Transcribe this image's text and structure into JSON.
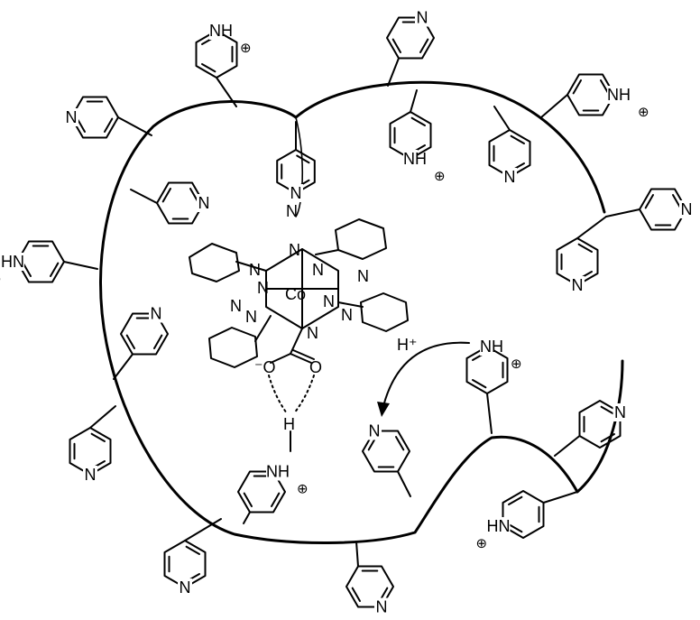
{
  "labels": {
    "nitrogen": "N",
    "pyridinium": "NH",
    "pyridinium_rev": "HN",
    "hydrogen": "H",
    "proton": "H⁺",
    "charge_plus": "⊕",
    "cobalt": "Co",
    "oxygen": "O",
    "carboxylate_o_minus": "⁻O"
  },
  "pyridines": [
    {
      "id": "top-center-pyridinium",
      "state": "pyridinium"
    },
    {
      "id": "top-right-pyridine",
      "state": "pyridine"
    },
    {
      "id": "right-upper-pyridinium",
      "state": "pyridinium"
    },
    {
      "id": "inner-top-pyridinium",
      "state": "pyridinium"
    },
    {
      "id": "inner-right-pyridine",
      "state": "pyridine"
    },
    {
      "id": "right-pyridine",
      "state": "pyridine"
    },
    {
      "id": "right-lower-pyridine",
      "state": "pyridine"
    },
    {
      "id": "upper-left-pyridine",
      "state": "pyridine"
    },
    {
      "id": "inner-left-pyridine",
      "state": "pyridine"
    },
    {
      "id": "left-pyridinium",
      "state": "pyridinium"
    },
    {
      "id": "left-middle-pyridine",
      "state": "pyridine"
    },
    {
      "id": "left-lower-pyridine",
      "state": "pyridine"
    },
    {
      "id": "axial-pyridine",
      "state": "coordinated"
    },
    {
      "id": "bottom-pyridinium-hbond",
      "state": "pyridinium"
    },
    {
      "id": "bottom-left-pyridine",
      "state": "pyridine"
    },
    {
      "id": "bottom-center-pyridine",
      "state": "pyridine"
    },
    {
      "id": "proton-acceptor-pyridine",
      "state": "pyridine"
    },
    {
      "id": "proton-donor-pyridinium",
      "state": "pyridinium"
    },
    {
      "id": "lower-right-pyridine",
      "state": "pyridine"
    },
    {
      "id": "bottom-right-pyridinium",
      "state": "pyridinium"
    }
  ]
}
